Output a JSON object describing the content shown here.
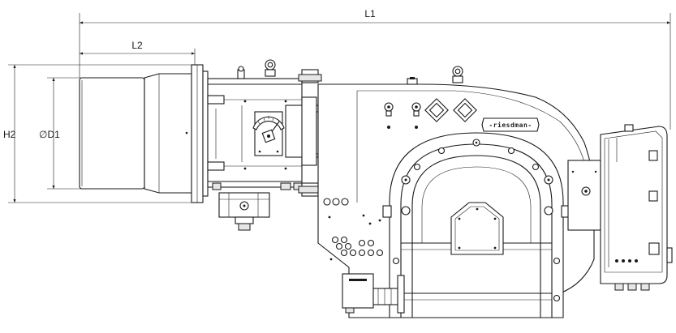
{
  "dimensions": {
    "l1": "L1",
    "l2": "L2",
    "h2": "H2",
    "d1": "∅D1"
  },
  "brand": {
    "logo_text": "-riesdman-"
  },
  "colors": {
    "line": "#1a1a1a",
    "background": "#ffffff",
    "shade": "#e6e6e6"
  }
}
